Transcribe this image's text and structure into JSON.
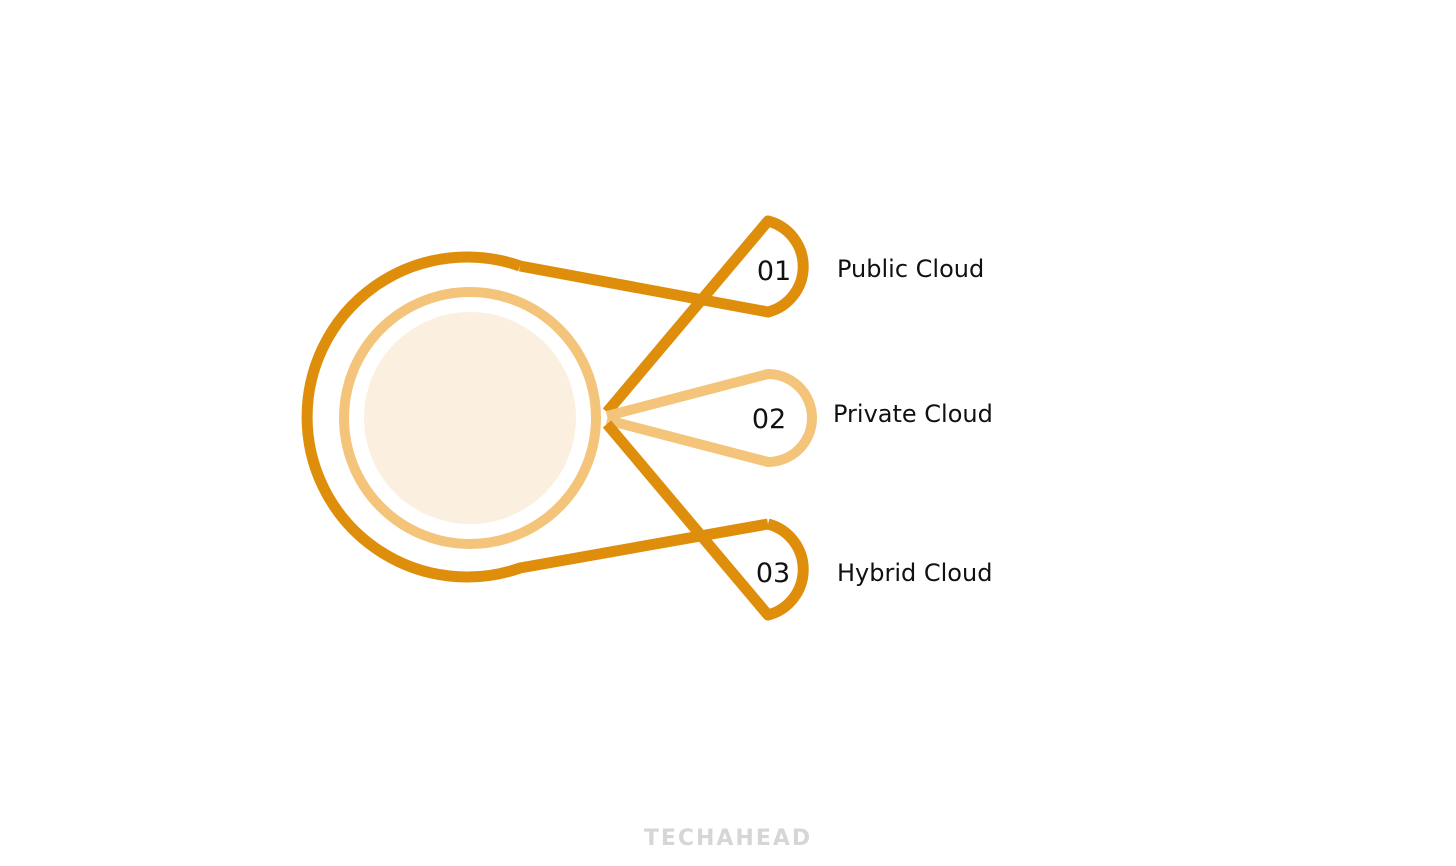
{
  "colors": {
    "accent_dark": "#DE8E0A",
    "accent_light": "#F4C47A",
    "center_fill": "#FBEFDF",
    "text": "#111111",
    "brand_text": "#D6D6D6"
  },
  "items": [
    {
      "number": "01",
      "label": "Public Cloud"
    },
    {
      "number": "02",
      "label": "Private Cloud"
    },
    {
      "number": "03",
      "label": "Hybrid Cloud"
    }
  ],
  "brand": {
    "name": "TECHAHEAD"
  }
}
